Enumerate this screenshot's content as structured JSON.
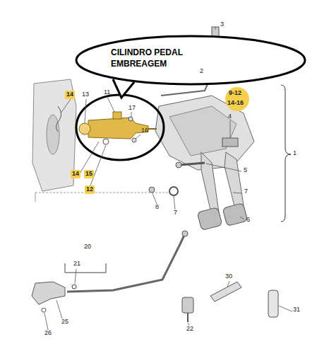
{
  "diagram": {
    "nodes": [
      {
        "text": [
          "CILINDRO PEDAL EMBREAGEM"
        ]
      }
    ],
    "labels": [
      "3",
      "2",
      "14",
      "13",
      "11",
      "17",
      "16",
      "9-12",
      "14-16",
      "4",
      "5",
      "1",
      "14",
      "15",
      "12",
      "8",
      "7",
      "7",
      "6",
      "20",
      "21",
      "25",
      "26",
      "22",
      "30",
      "31"
    ]
  }
}
